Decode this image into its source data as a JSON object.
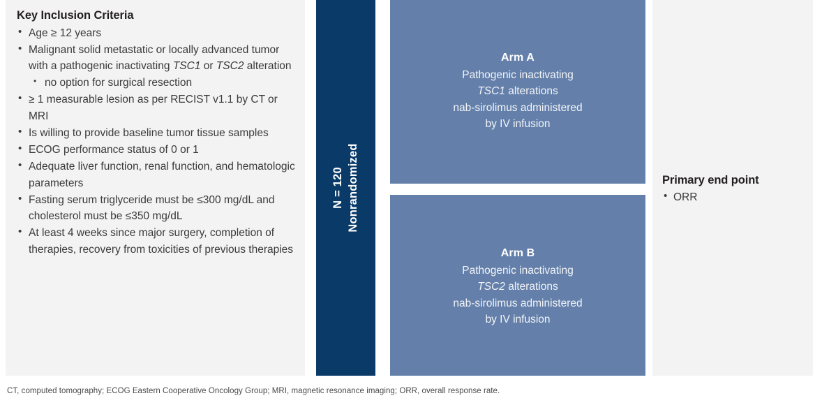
{
  "criteria": {
    "title": "Key Inclusion Criteria",
    "items": [
      {
        "level": 1,
        "text": "Age ≥ 12 years"
      },
      {
        "level": 1,
        "segments": [
          {
            "text": "Malignant solid metastatic or locally advanced tumor with a pathogenic inactivating ",
            "italic": false
          },
          {
            "text": "TSC1",
            "italic": true
          },
          {
            "text": " or ",
            "italic": false
          },
          {
            "text": "TSC2",
            "italic": true
          },
          {
            "text": " alteration",
            "italic": false
          }
        ]
      },
      {
        "level": 2,
        "text": "no option for surgical resection"
      },
      {
        "level": 1,
        "text": "≥ 1 measurable lesion as per RECIST v1.1 by CT or MRI"
      },
      {
        "level": 1,
        "text": "Is willing to provide baseline tumor tissue samples"
      },
      {
        "level": 1,
        "text": "ECOG performance status of 0 or 1"
      },
      {
        "level": 1,
        "text": "Adequate liver function, renal function, and hematologic parameters"
      },
      {
        "level": 1,
        "text": "Fasting serum triglyceride must be ≤300 mg/dL and cholesterol must be ≤350 mg/dL"
      },
      {
        "level": 1,
        "text": "At least 4 weeks since major surgery, completion of therapies, recovery from toxicities of previous therapies"
      }
    ]
  },
  "enrollment": {
    "n_label": "N = 120",
    "design_label": "Nonrandomized"
  },
  "arms": [
    {
      "id": "arm-a",
      "title": "Arm A",
      "lines": [
        {
          "segments": [
            {
              "text": "Pathogenic inactivating",
              "italic": false
            }
          ]
        },
        {
          "segments": [
            {
              "text": "TSC1",
              "italic": true
            },
            {
              "text": " alterations",
              "italic": false
            }
          ]
        },
        {
          "segments": [
            {
              "text": "nab-sirolimus administered",
              "italic": false
            }
          ]
        },
        {
          "segments": [
            {
              "text": "by IV infusion",
              "italic": false
            }
          ]
        }
      ]
    },
    {
      "id": "arm-b",
      "title": "Arm B",
      "lines": [
        {
          "segments": [
            {
              "text": "Pathogenic inactivating",
              "italic": false
            }
          ]
        },
        {
          "segments": [
            {
              "text": "TSC2",
              "italic": true
            },
            {
              "text": " alterations",
              "italic": false
            }
          ]
        },
        {
          "segments": [
            {
              "text": "nab-sirolimus administered",
              "italic": false
            }
          ]
        },
        {
          "segments": [
            {
              "text": "by IV infusion",
              "italic": false
            }
          ]
        }
      ]
    }
  ],
  "endpoint": {
    "title": "Primary end point",
    "items": [
      "ORR"
    ]
  },
  "footnote": "CT, computed tomography; ECOG Eastern Cooperative Oncology Group; MRI, magnetic resonance imaging; ORR, overall response rate.",
  "colors": {
    "panel_background": "#f3f3f3",
    "navy_bar": "#0a3a68",
    "arm_box": "#6480aa",
    "text": "#3a3a3a",
    "heading": "#231f20"
  }
}
